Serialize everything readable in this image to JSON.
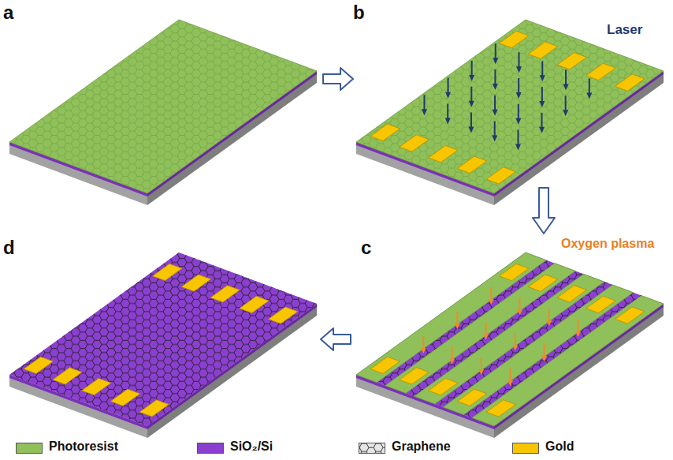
{
  "diagram": {
    "labels": [
      "a",
      "b",
      "c",
      "d",
      "Laser",
      "Oxygen plasma"
    ],
    "legend": [
      {
        "text": "Photoresist",
        "color": "#8fc05a"
      },
      {
        "text": "SiO₂/Si",
        "color": "#8b3fd0"
      },
      {
        "text": "Graphene"
      },
      {
        "text": "Gold",
        "color": "#f7c600"
      }
    ]
  }
}
